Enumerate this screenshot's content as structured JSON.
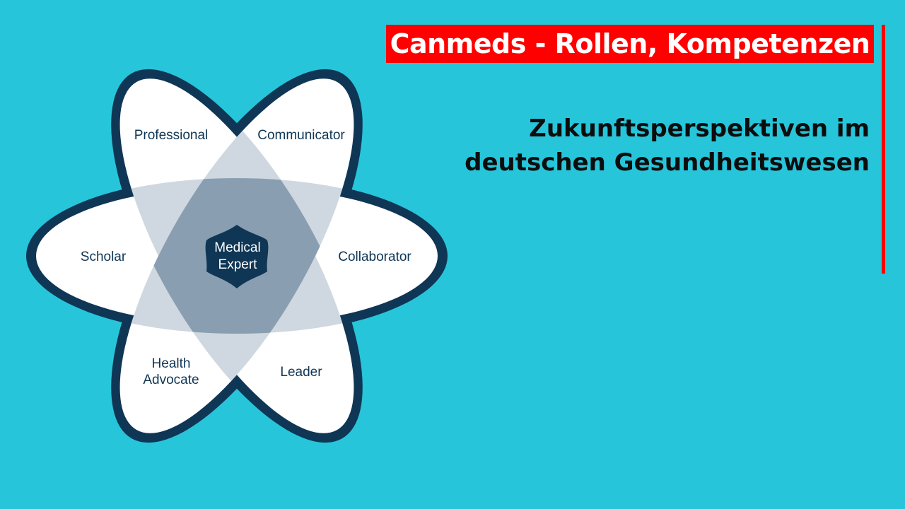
{
  "slide": {
    "title": "Canmeds - Rollen, Kompetenzen",
    "subtitle_line1": "Zukunftsperspektiven im",
    "subtitle_line2": "deutschen Gesundheitswesen"
  },
  "diagram": {
    "center": [
      "Medical",
      "Expert"
    ],
    "petals": {
      "professional": [
        "Professional"
      ],
      "communicator": [
        "Communicator"
      ],
      "scholar": [
        "Scholar"
      ],
      "collaborator": [
        "Collaborator"
      ],
      "health_advocate": [
        "Health",
        "Advocate"
      ],
      "leader": [
        "Leader"
      ]
    }
  },
  "colors": {
    "background": "#27c5da",
    "banner": "#ff0000",
    "petal_fill": "#ffffff",
    "petal_outline": "#0f3655",
    "overlap": "#cfd8e0",
    "center": "#0f3655"
  }
}
